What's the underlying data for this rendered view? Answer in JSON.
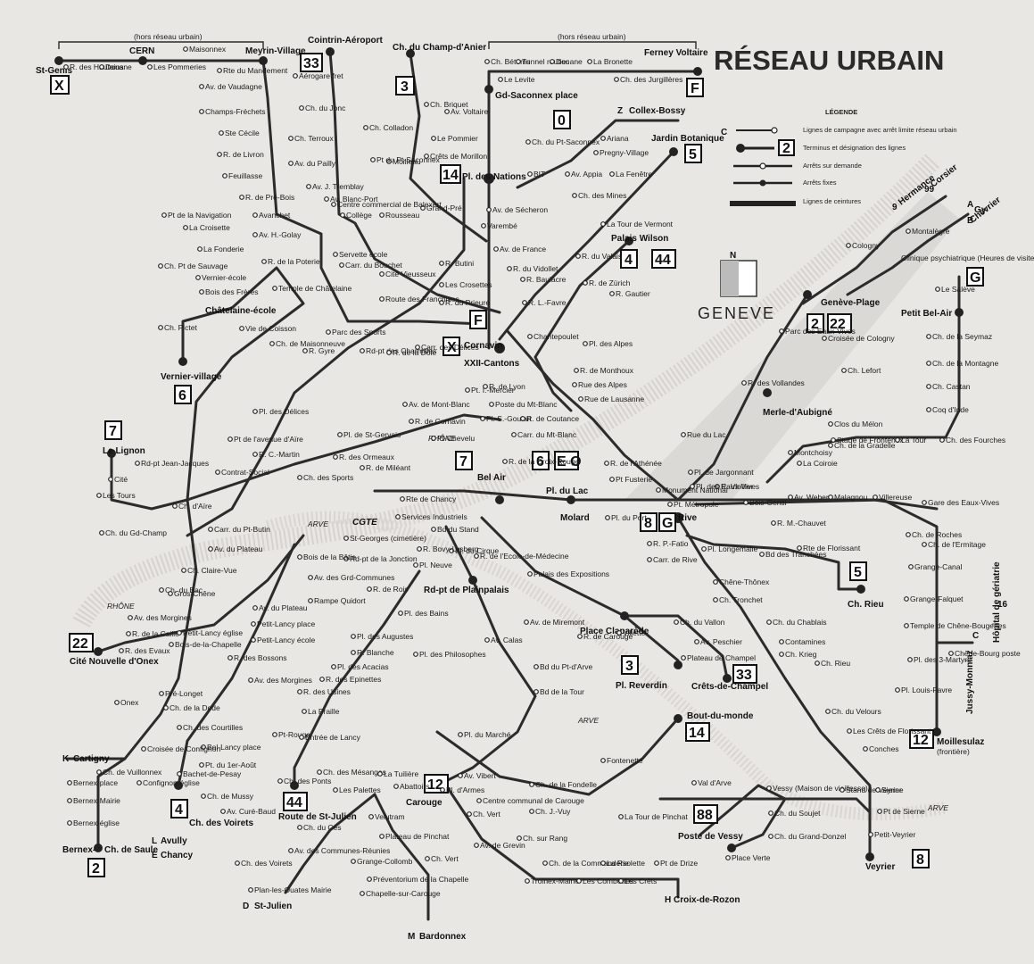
{
  "title": "RÉSEAU URBAIN",
  "city": "GENEVE",
  "legend": {
    "heading": "LÉGENDE",
    "items": [
      "Lignes de campagne avec arrêt limite réseau urbain",
      "Terminus et désignation des lignes",
      "Arrêts sur demande",
      "Arrêts fixes",
      "Lignes de ceintures"
    ],
    "sample_letter": "C",
    "sample_number": "2"
  },
  "hors_reseau_left": "(hors réseau urbain)",
  "hors_reseau_right": "(hors réseau urbain)",
  "river_labels": [
    "RHÔNE",
    "RHÔNE",
    "ARVE",
    "ARVE",
    "ARVE"
  ],
  "terminus_boxes": [
    {
      "id": "X-stgenis",
      "label": "X"
    },
    {
      "id": "33",
      "label": "33"
    },
    {
      "id": "3-champ",
      "label": "3"
    },
    {
      "id": "O",
      "label": "0"
    },
    {
      "id": "F-ferney",
      "label": "F"
    },
    {
      "id": "14-nations",
      "label": "14"
    },
    {
      "id": "5-jardin",
      "label": "5"
    },
    {
      "id": "4-44",
      "label": "4"
    },
    {
      "id": "44",
      "label": "44"
    },
    {
      "id": "F-cornavin",
      "label": "F"
    },
    {
      "id": "X-cornavin",
      "label": "X"
    },
    {
      "id": "6-vernier",
      "label": "6"
    },
    {
      "id": "7-lignon",
      "label": "7"
    },
    {
      "id": "7-belair",
      "label": "7"
    },
    {
      "id": "6-lac",
      "label": "6"
    },
    {
      "id": "EO",
      "label": "E O"
    },
    {
      "id": "2-geneve",
      "label": "2"
    },
    {
      "id": "22-geneve",
      "label": "22"
    },
    {
      "id": "G",
      "label": "G"
    },
    {
      "id": "8-rive",
      "label": "8"
    },
    {
      "id": "G-rive",
      "label": "G"
    },
    {
      "id": "5-rieu",
      "label": "5"
    },
    {
      "id": "22-onex",
      "label": "22"
    },
    {
      "id": "3-reverdin",
      "label": "3"
    },
    {
      "id": "33-champel",
      "label": "33"
    },
    {
      "id": "14-bout",
      "label": "14"
    },
    {
      "id": "12-moillesulaz",
      "label": "12"
    },
    {
      "id": "12-carouge",
      "label": "12"
    },
    {
      "id": "88",
      "label": "88"
    },
    {
      "id": "8-veyrier",
      "label": "8"
    },
    {
      "id": "4-voirets",
      "label": "4"
    },
    {
      "id": "44-julien",
      "label": "44"
    },
    {
      "id": "2-bernex",
      "label": "2"
    }
  ],
  "stations_bold": {
    "stgenis": "St-Genis",
    "cern": "CERN",
    "meyrin": "Meyrin-Village",
    "cointrin": "Cointrin-Aéroport",
    "champ": "Ch. du Champ-d'Anier",
    "gdsaconnex": "Gd-Saconnex place",
    "ferney": "Ferney Voltaire",
    "nations": "Pl. des Nations",
    "jardin": "Jardin Botanique",
    "wilson": "Palais Wilson",
    "chatelaine": "Châtelaine-école",
    "vernier": "Vernier-village",
    "cornavin": "Cornavin",
    "xxii": "XXII-Cantons",
    "lignon": "Le Lignon",
    "belair": "Bel Air",
    "lac": "Pl. du Lac",
    "molard": "Molard",
    "rive": "Rive",
    "geneveplage": "Genève-Plage",
    "petitbelair": "Petit Bel-Air",
    "merle": "Merle-d'Aubigné",
    "plainpalais": "Rd-pt de Plainpalais",
    "claparede": "Place Claparède",
    "reverdin": "Pl. Reverdin",
    "champel": "Crêts-de-Champel",
    "rieu": "Ch. Rieu",
    "onex": "Cité Nouvelle d'Onex",
    "bout": "Bout-du-monde",
    "moillesulaz": "Moillesulaz",
    "carouge": "Carouge",
    "vessy": "Poste de Vessy",
    "veyrier": "Veyrier",
    "voirets": "Ch. des Voirets",
    "julien": "Route de St-Julien",
    "bernex": "Bernex-",
    "saule": "Ch. de Saule",
    "cartigny": "Cartigny",
    "avully": "Avully",
    "chancy": "Chancy",
    "stjulien": "St-Julien",
    "bardonnex": "Bardonnex",
    "croixrozon": "Croix-de-Rozon",
    "colbossy": "Collex-Bossy",
    "hermance": "Hermance",
    "corsier": "Corsier",
    "gy": "Gy",
    "chevrier": "Chevrier",
    "jussy": "Jussy-Monniaz",
    "hopital": "Hôpital de gériatrie",
    "cgte": "CGTE",
    "moillesulaz_note": "(frontière)",
    "clinique": "Clinique psychiatrique (Heures de visites)"
  },
  "direction_letters": {
    "Z": "Z",
    "A": "A",
    "B": "B",
    "C": "C",
    "D": "D",
    "E": "E",
    "H": "H",
    "K": "K",
    "L": "L",
    "M": "M",
    "n9": "9",
    "n99": "99",
    "n16": "16"
  },
  "stations_small": [
    "R. des Hautains",
    "Douane",
    "Les Pommeries",
    "Maisonnex",
    "Rte du Mandement",
    "Av. de Vaudagne",
    "Champs-Fréchets",
    "Ste Cécile",
    "R. de Livron",
    "Feuillasse",
    "R. de Pré-Bois",
    "Avanchet",
    "Aérogare fret",
    "Ch. du Jonc",
    "Ch. Terroux",
    "Av. du Pailly",
    "Av. J. Tremblay",
    "Av. Blanc-Port",
    "Collège",
    "Rousseau",
    "Grand-Pré",
    "Moilleau",
    "Ch. Briquet",
    "Ch. Colladon",
    "Pt du Pt-Saconnex",
    "Ch. Bétems",
    "Tunnel routier",
    "Le Levite",
    "Douane",
    "La Bronette",
    "Ch. des Jurgillères",
    "Av. Voltaire",
    "Le Pommier",
    "Crêts de Morillon",
    "Ch. du Pt-Saconnex",
    "BIT",
    "Av. Appia",
    "Ariana",
    "Pregny-Village",
    "La Fenêtre",
    "Ch. des Mines",
    "Av. de Sécheron",
    "Varembé",
    "La Tour de Vermont",
    "Av. de France",
    "R. du Valais",
    "R. Butini",
    "R. du Vidollet",
    "Les Crosettes",
    "R. Baulacre",
    "R. du Prieuré",
    "R. L.-Favre",
    "R. de Zürich",
    "R. Gautier",
    "Pt de la Navigation",
    "La Croisette",
    "La Fonderie",
    "Ch. Pt de Sauvage",
    "Vernier-école",
    "Bois des Frères",
    "Ch. Pictet",
    "Vie de Coisson",
    "Av. H.-Golay",
    "Centre commercial de Balexert",
    "Carr. du Bouchet",
    "Cité Vieusseux",
    "Servette école",
    "Route des Franchises",
    "R. de la Poterie",
    "Temple de Châtelaine",
    "Ch. de Maisonneuve",
    "Parc des Sports",
    "R. Gyre",
    "Rd-pt des Charmilles",
    "R. de la Dôle",
    "Carr. des Délices",
    "R. de Lyon",
    "Poste du Mt-Blanc",
    "Chantepoulet",
    "Pl. des Alpes",
    "R. de Monthoux",
    "Rue des Alpes",
    "Rue de Lausanne",
    "Av. de Mont-Blanc",
    "Pt. I.-Mercier",
    "R. de Cornavin",
    "Pl. S.-Goulart",
    "R. de Coutance",
    "Carr. du Mt-Blanc",
    "Pt-Chevelu",
    "Pl. de St-Gervais",
    "R. des Ormeaux",
    "R. de Miléant",
    "Pl. des Délices",
    "Pt de l'avenue d'Aïre",
    "R. C.-Martin",
    "Contrat-Social",
    "Ch. des Sports",
    "Rd-pt Jean-Jacques",
    "Cité",
    "Les Tours",
    "Ch. du Gd-Champ",
    "Ch. d'Aïre",
    "Carr. du Pt-Butin",
    "Av. du Plateau",
    "St-Georges (cimetière)",
    "Rd-pt de la Jonction",
    "Bois de la Bâtie",
    "Ch. Claire-Vue",
    "Ch. du Bac",
    "Av. des Morgines",
    "R. de la Caille",
    "R. des Evaux",
    "Bois-de-la-Chapelle",
    "Gros-Chêne",
    "Av. des Grd-Communes",
    "Rampe Quidort",
    "Av. du Plateau",
    "Petit-Lancy place",
    "Petit-Lancy école",
    "Petit-Lancy église",
    "R. des Bossons",
    "Av. des Morgines",
    "Rte de Chancy",
    "Services Industriels",
    "Bd du Stand",
    "Pl. du Cirque",
    "R. Bovy-Lysberg",
    "Pl. Neuve",
    "R. de Rois",
    "Pl. des Bains",
    "R. de l'Ecole-de-Médecine",
    "Palais des Expositions",
    "R. de la Croix-Rouge",
    "R. de l'Athénée",
    "Pt Fusterie",
    "Monument National",
    "Pt. Métropole",
    "Pl. du Port",
    "R. P.-Fatio",
    "Carr. de Rive",
    "Pl. Longemalle",
    "Bd des Tranchées",
    "Rte de Florissant",
    "R. M.-Chauvet",
    "Bois-Gentil",
    "Av. Weber",
    "Malagnou",
    "Villereuse",
    "Gare des Eaux-Vives",
    "Ch. de Roches",
    "Ch. de l'Ermitage",
    "Grange-Canal",
    "Grange-Falquet",
    "Temple de Chêne-Bougeries",
    "Pl. des 3-Martyrs",
    "Pl. Louis-Favre",
    "Chêne-Bourg poste",
    "Chêne-Thônex",
    "Ch. Tronchet",
    "Ch. du Chablais",
    "Contamines",
    "Ch. Krieg",
    "Ch. Rieu",
    "Ch. du Velours",
    "Les Crêts de Florissant",
    "Conches",
    "Ch. du Vallon",
    "Villette",
    "Av. Peschier",
    "Plateau de Champel",
    "Av. de Miremont",
    "Av. Calas",
    "Pl. des Philosophes",
    "R. de Carouge",
    "Bd du Pt-d'Arve",
    "Bd de la Tour",
    "Pl. des Augustes",
    "R. Blanche",
    "Pl. des Acacias",
    "R. des Epinettes",
    "R. des Usines",
    "La Praille",
    "Pt-Rouge",
    "Entrée de Lancy",
    "Bel-Lancy place",
    "Pt. du 1er-Août",
    "Ch. des Mésanges",
    "Ch. des Ponts",
    "Les Palettes",
    "Bachet-de-Pesay",
    "Av. Curé-Baud",
    "Ch. du Ces",
    "Av. des Communes-Réunies",
    "Ch. des Voirets",
    "Plan-les-Ouates Mairie",
    "Velutram",
    "La Tuilière",
    "Abattoirs",
    "Av. Vibert",
    "Pl. du Marché",
    "Pl. d'Armes",
    "Centre communal de Carouge",
    "Ch. Vert",
    "Ch. J.-Vuy",
    "Ch. sur Rang",
    "Av. de Grevin",
    "Ch. Vert",
    "Plateau de Pinchat",
    "Grange-Collomb",
    "Préventorium de la Chapelle",
    "Chapelle-sur-Carouge",
    "Ch. de la Commanderie",
    "La Rsolette",
    "Pt de Drize",
    "Troinex-Mairie",
    "Les Combettes",
    "Les Crêts",
    "Ch. de la Fondelle",
    "Fontenette",
    "Val d'Arve",
    "Vessy (Maison de vieillesse)",
    "Stand de Veyrier",
    "Sierne",
    "Pt de Sierne",
    "Petit-Veyrier",
    "Ch. du Soujet",
    "Ch. du Grand-Donzel",
    "Place Verte",
    "La Tour de Pinchat",
    "Ch. Lefort",
    "Coq d'Inde",
    "Ch. Castan",
    "Ch. de la Montagne",
    "Ch. de la Seymaz",
    "Le Salève",
    "Montchoisy",
    "Stade de Frontenex",
    "La Coiroie",
    "Ch. de la Gradelle",
    "La Tour",
    "Ch. des Fourches",
    "Clos du Mélon",
    "Parc des Eaux-Vives",
    "Croisée de Cologny",
    "Cologny",
    "Montalègre",
    "R. des Vollandes",
    "Rue du Lac",
    "Pl. de Jargonnant",
    "R. Vlollier",
    "Pl. des Eaux-Vives",
    "Onex",
    "Pré-Longet",
    "Ch. de la Dode",
    "Ch. des Courtilles",
    "Croisée de Confignon",
    "Ch. de Vuillonnex",
    "Bernex-place",
    "Bernex-Mairie",
    "Bernex-église",
    "Confignon-église",
    "Ch. de Mussy"
  ]
}
